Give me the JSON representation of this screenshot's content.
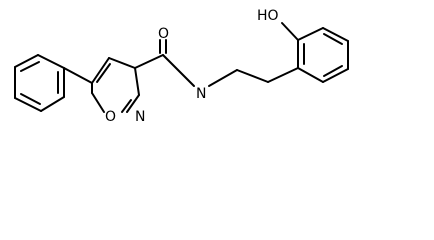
{
  "molecule": {
    "atom_labels": {
      "hydroxyl": "HO",
      "carbonyl_oxygen": "O",
      "amide_nitrogen": "N",
      "ring_nitrogen": "N",
      "ring_oxygen": "O"
    },
    "colors": {
      "bond": "#000000",
      "text": "#000000",
      "background": "#ffffff"
    }
  }
}
